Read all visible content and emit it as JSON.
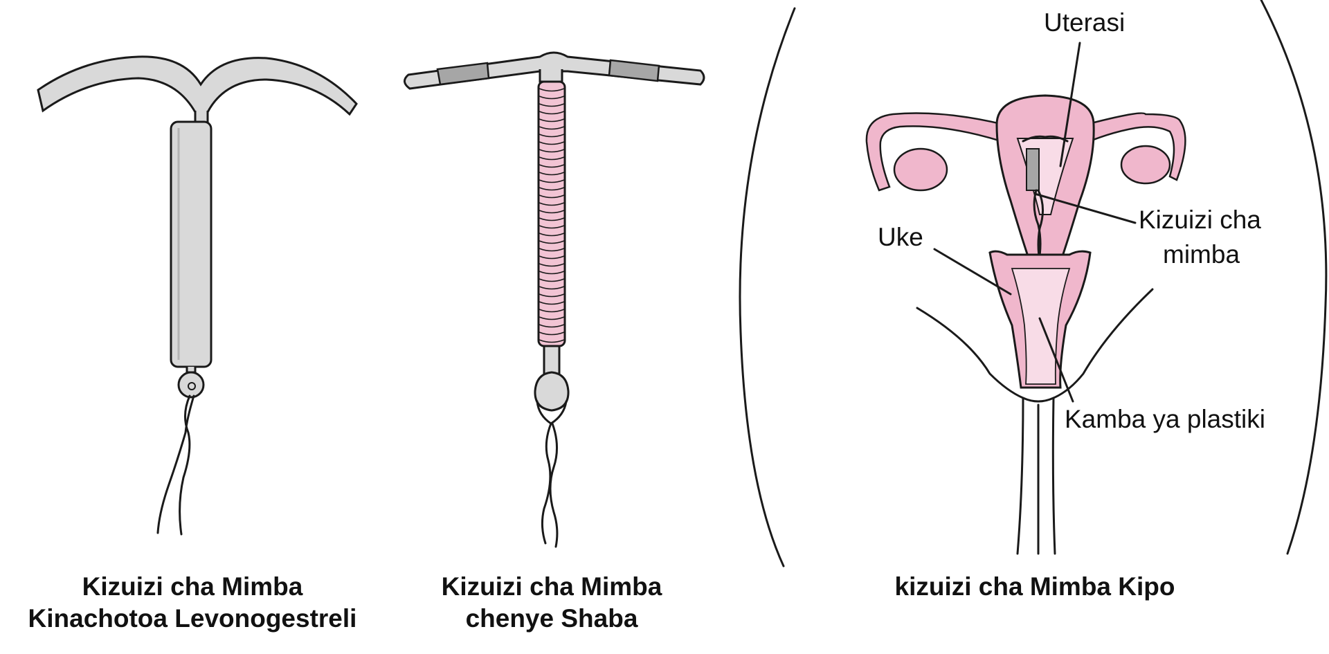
{
  "captions": {
    "lng": [
      "Kizuizi cha Mimba",
      "Kinachotoa Levonogestreli"
    ],
    "copper": [
      "Kizuizi cha Mimba",
      "chenye Shaba"
    ],
    "placed": [
      "kizuizi cha Mimba Kipo"
    ]
  },
  "labels": {
    "uterus": "Uterasi",
    "iud": [
      "Kizuizi cha",
      "mimba"
    ],
    "vagina": "Uke",
    "string": "Kamba ya plastiki"
  },
  "colors": {
    "device_gray": "#d9d9d9",
    "device_dark": "#a6a6a6",
    "copper_pink": "#f2c4d4",
    "anatomy_pink": "#f0b7cc",
    "anatomy_light": "#f8dce7"
  }
}
